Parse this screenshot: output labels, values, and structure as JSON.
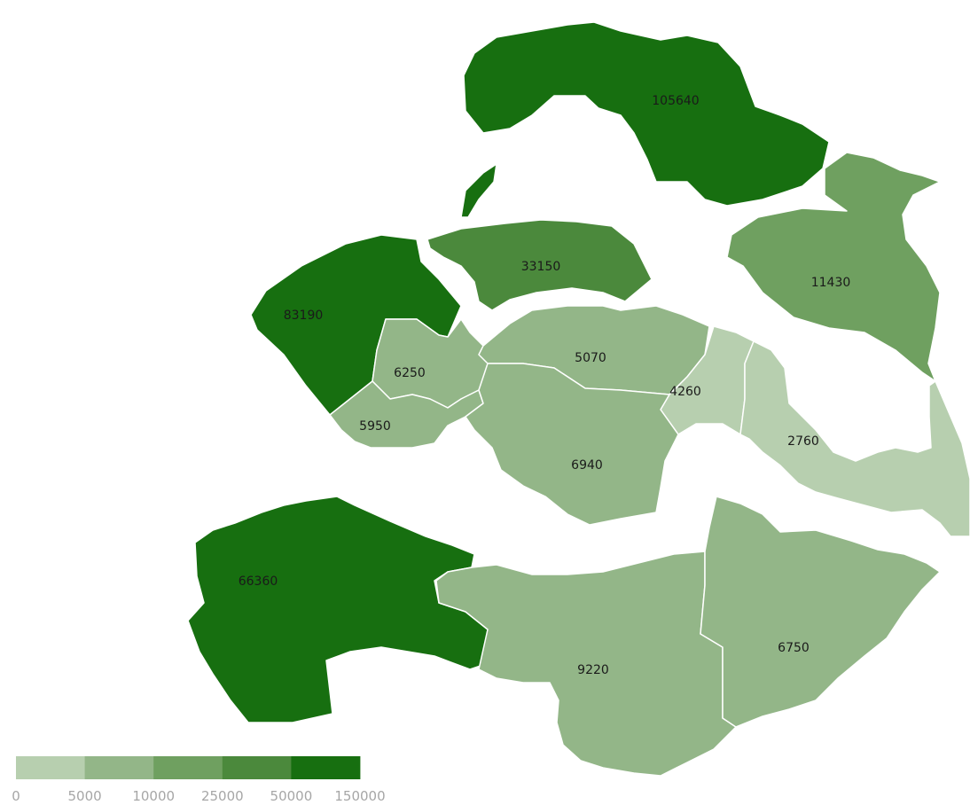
{
  "chart_data": {
    "type": "choropleth",
    "legend": {
      "bins": [
        {
          "min": 0,
          "max": 5000,
          "color": "#b7cfaf"
        },
        {
          "min": 5000,
          "max": 10000,
          "color": "#93b688"
        },
        {
          "min": 10000,
          "max": 25000,
          "color": "#6fa060"
        },
        {
          "min": 25000,
          "max": 50000,
          "color": "#4b893c"
        },
        {
          "min": 50000,
          "max": 150000,
          "color": "#176f10"
        }
      ],
      "ticks": [
        "0",
        "5000",
        "10000",
        "25000",
        "50000",
        "150000"
      ]
    },
    "regions": [
      {
        "id": "r1",
        "value": 105640,
        "label": "105640"
      },
      {
        "id": "r2",
        "value": 83190,
        "label": "83190"
      },
      {
        "id": "r3",
        "value": 33150,
        "label": "33150"
      },
      {
        "id": "r4",
        "value": 11430,
        "label": "11430"
      },
      {
        "id": "r5",
        "value": 6250,
        "label": "6250"
      },
      {
        "id": "r6",
        "value": 5070,
        "label": "5070"
      },
      {
        "id": "r7",
        "value": 4260,
        "label": "4260"
      },
      {
        "id": "r8",
        "value": 5950,
        "label": "5950"
      },
      {
        "id": "r9",
        "value": 6940,
        "label": "6940"
      },
      {
        "id": "r10",
        "value": 2760,
        "label": "2760"
      },
      {
        "id": "r11",
        "value": 66360,
        "label": "66360"
      },
      {
        "id": "r12",
        "value": 9220,
        "label": "9220"
      },
      {
        "id": "r13",
        "value": 6750,
        "label": "6750"
      }
    ]
  }
}
